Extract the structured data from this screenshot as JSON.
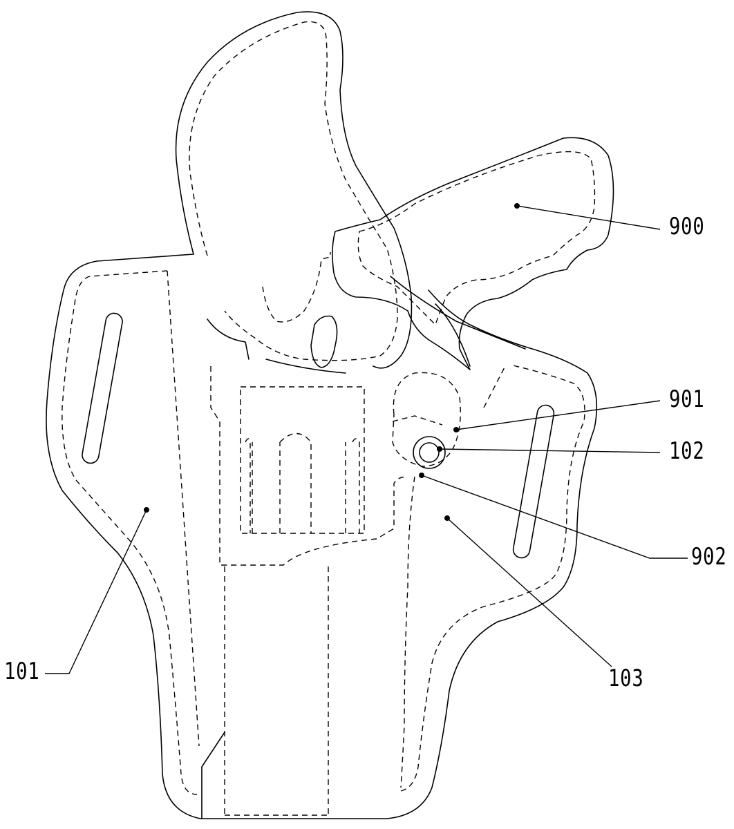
{
  "figure": {
    "labels": {
      "grip": "900",
      "pivot_part": "901",
      "fastener": "102",
      "pivot_lower": "902",
      "front_panel": "103",
      "rear_panel": "101"
    }
  }
}
